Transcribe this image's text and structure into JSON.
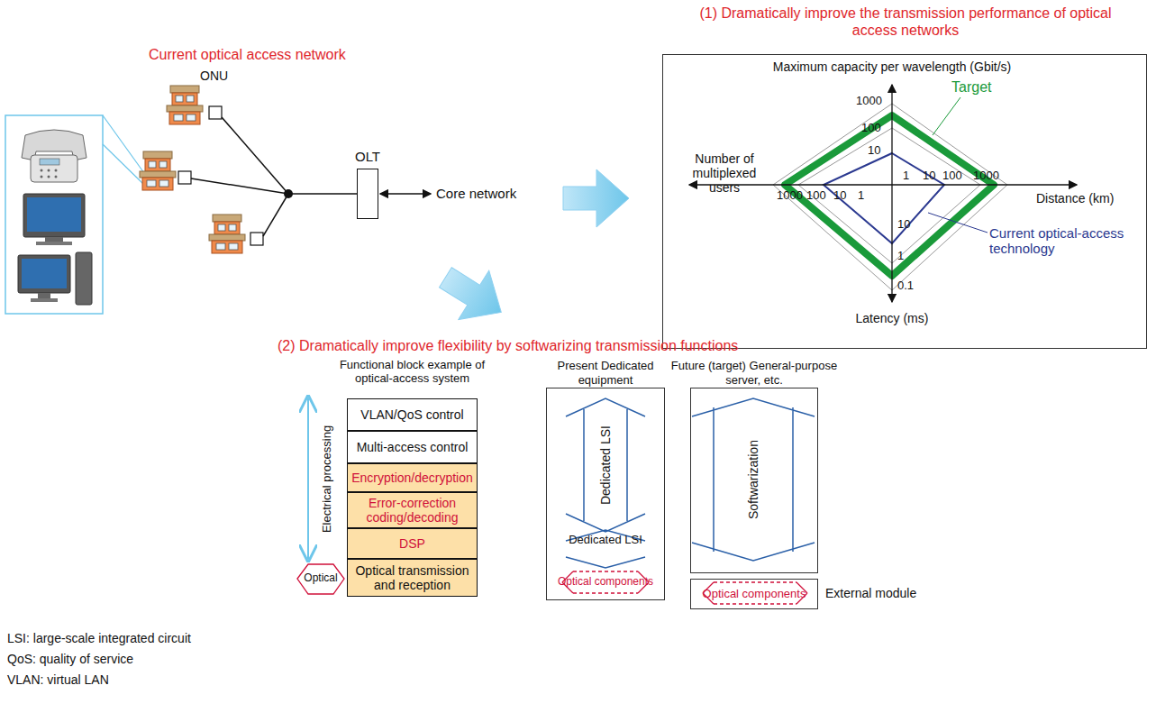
{
  "diagram": {
    "nodes": [
      {
        "text": [
          "(1) Dramatically improve the transmission performance of optical access networks"
        ]
      },
      {
        "text": [
          "OLT"
        ]
      },
      {
        "text": [
          "VLAN/QoS control"
        ]
      },
      {
        "text": [
          "Multi-access control"
        ]
      },
      {
        "text": [
          "Encryption/decryption"
        ]
      },
      {
        "text": [
          "Error-correction coding/decoding"
        ]
      },
      {
        "text": [
          "DSP"
        ]
      },
      {
        "text": [
          "Optical transmission and reception"
        ]
      },
      {
        "text": [
          "Present Dedicated equipment"
        ]
      },
      {
        "text": [
          "Future (target) General-purpose server, etc."
        ]
      },
      {
        "text": [
          "Optical components"
        ]
      }
    ],
    "labels": [
      "Current optical access network",
      "ONU",
      "Core network",
      "Maximum capacity per wavelength (Gbit/s)",
      "1000",
      "100",
      "10",
      "Target",
      "1",
      "10",
      "100",
      "1000",
      "Distance (km)",
      "Number of multiplexed users",
      "1000",
      "100",
      "10",
      "1",
      "10",
      "1",
      "0.1",
      "Current optical-access technology",
      "Latency (ms)",
      "(2) Dramatically improve flexibility by softwarizing transmission functions",
      "Functional block example of optical-access system",
      "Electrical processing",
      "Optical",
      "Dedicated LSI",
      "Dedicated LSI",
      "Optical components",
      "Softwarization",
      "External module",
      "LSI: large-scale integrated circuit",
      "QoS: quality of service",
      "VLAN: virtual LAN"
    ]
  }
}
